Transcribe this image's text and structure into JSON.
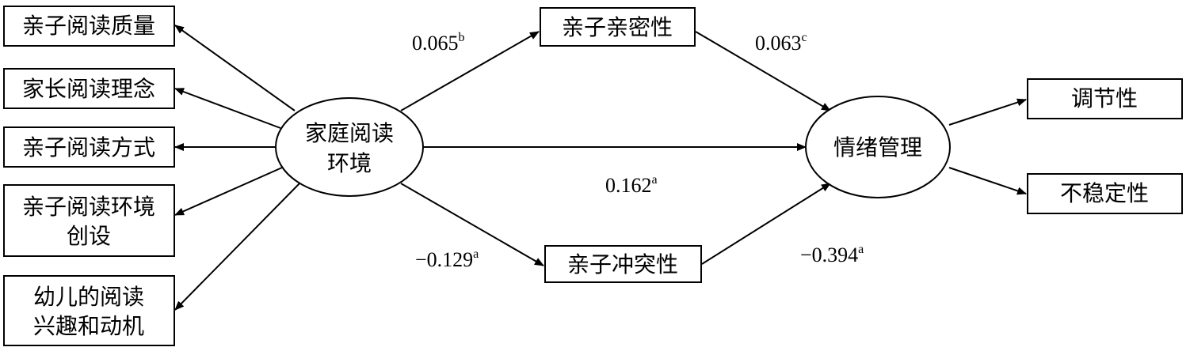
{
  "indicators_left": [
    {
      "id": "quality",
      "lines": [
        "亲子阅读质量"
      ]
    },
    {
      "id": "concept",
      "lines": [
        "家长阅读理念"
      ]
    },
    {
      "id": "method",
      "lines": [
        "亲子阅读方式"
      ]
    },
    {
      "id": "environment",
      "lines": [
        "亲子阅读环境",
        "创设"
      ]
    },
    {
      "id": "interest",
      "lines": [
        "幼儿的阅读",
        "兴趣和动机"
      ]
    }
  ],
  "latent_home": {
    "lines": [
      "家庭阅读",
      "环境"
    ]
  },
  "mediator_closeness": {
    "label": "亲子亲密性"
  },
  "mediator_conflict": {
    "label": "亲子冲突性"
  },
  "latent_emotion": {
    "label": "情绪管理"
  },
  "indicators_right": [
    {
      "id": "regulation",
      "label": "调节性"
    },
    {
      "id": "instability",
      "label": "不稳定性"
    }
  ],
  "coefficients": {
    "home_to_closeness": {
      "value": "0.065",
      "sup": "b"
    },
    "closeness_to_emotion": {
      "value": "0.063",
      "sup": "c"
    },
    "home_to_emotion": {
      "value": "0.162",
      "sup": "a"
    },
    "home_to_conflict": {
      "value": "−0.129",
      "sup": "a"
    },
    "conflict_to_emotion": {
      "value": "−0.394",
      "sup": "a"
    }
  }
}
